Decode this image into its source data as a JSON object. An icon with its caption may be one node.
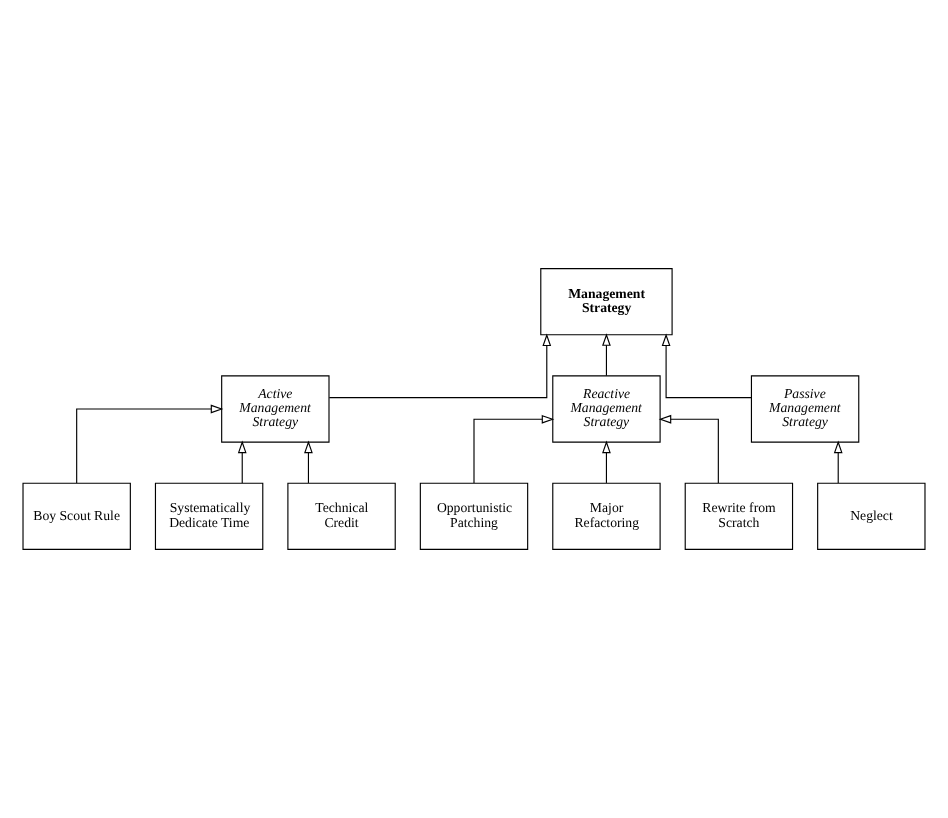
{
  "diagram": {
    "nodes": [
      {
        "text": [
          "Management Strategy"
        ]
      },
      {
        "text": [
          "Active Management Strategy"
        ]
      },
      {
        "text": [
          "Reactive Management Strategy"
        ]
      },
      {
        "text": [
          "Passive Management Strategy"
        ]
      },
      {
        "text": [
          "Boy Scout Rule"
        ]
      },
      {
        "text": [
          "Systematically Dedicate Time"
        ]
      },
      {
        "text": [
          "Technical Credit"
        ]
      },
      {
        "text": [
          "Opportunistic Patching"
        ]
      },
      {
        "text": [
          "Major Refactoring"
        ]
      },
      {
        "text": [
          "Rewrite from Scratch"
        ]
      },
      {
        "text": [
          "Neglect"
        ]
      }
    ],
    "edges": [
      {
        "from": 1,
        "to": 0,
        "arrow": "to"
      },
      {
        "from": 2,
        "to": 0,
        "arrow": "to"
      },
      {
        "from": 3,
        "to": 0,
        "arrow": "to"
      },
      {
        "from": 4,
        "to": 1,
        "arrow": "to"
      },
      {
        "from": 5,
        "to": 1,
        "arrow": "to"
      },
      {
        "from": 6,
        "to": 1,
        "arrow": "to"
      },
      {
        "from": 7,
        "to": 2,
        "arrow": "to"
      },
      {
        "from": 8,
        "to": 2,
        "arrow": "to"
      },
      {
        "from": 9,
        "to": 2,
        "arrow": "to"
      },
      {
        "from": 10,
        "to": 3,
        "arrow": "to"
      }
    ]
  }
}
